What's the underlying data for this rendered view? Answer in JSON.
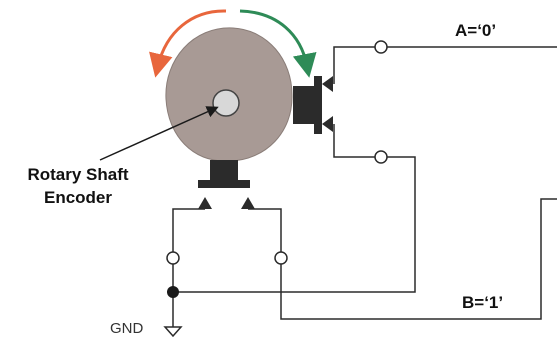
{
  "labels": {
    "encoder_line1": "Rotary Shaft",
    "encoder_line2": "Encoder",
    "output_a": "A=‘0’",
    "output_b": "B=‘1’",
    "ground": "GND"
  },
  "colors": {
    "encoder_body": "#a89a95",
    "shaft": "#d8d8d8",
    "ccw_arrow": "#e8663c",
    "cw_arrow": "#2e8b57",
    "wire": "#2b2b2b",
    "housing": "#2b2b2b"
  },
  "icons": {
    "ccw_rotation": "curved-arrow-counterclockwise",
    "cw_rotation": "curved-arrow-clockwise",
    "ground": "ground-symbol",
    "contact": "contact-triangle"
  }
}
